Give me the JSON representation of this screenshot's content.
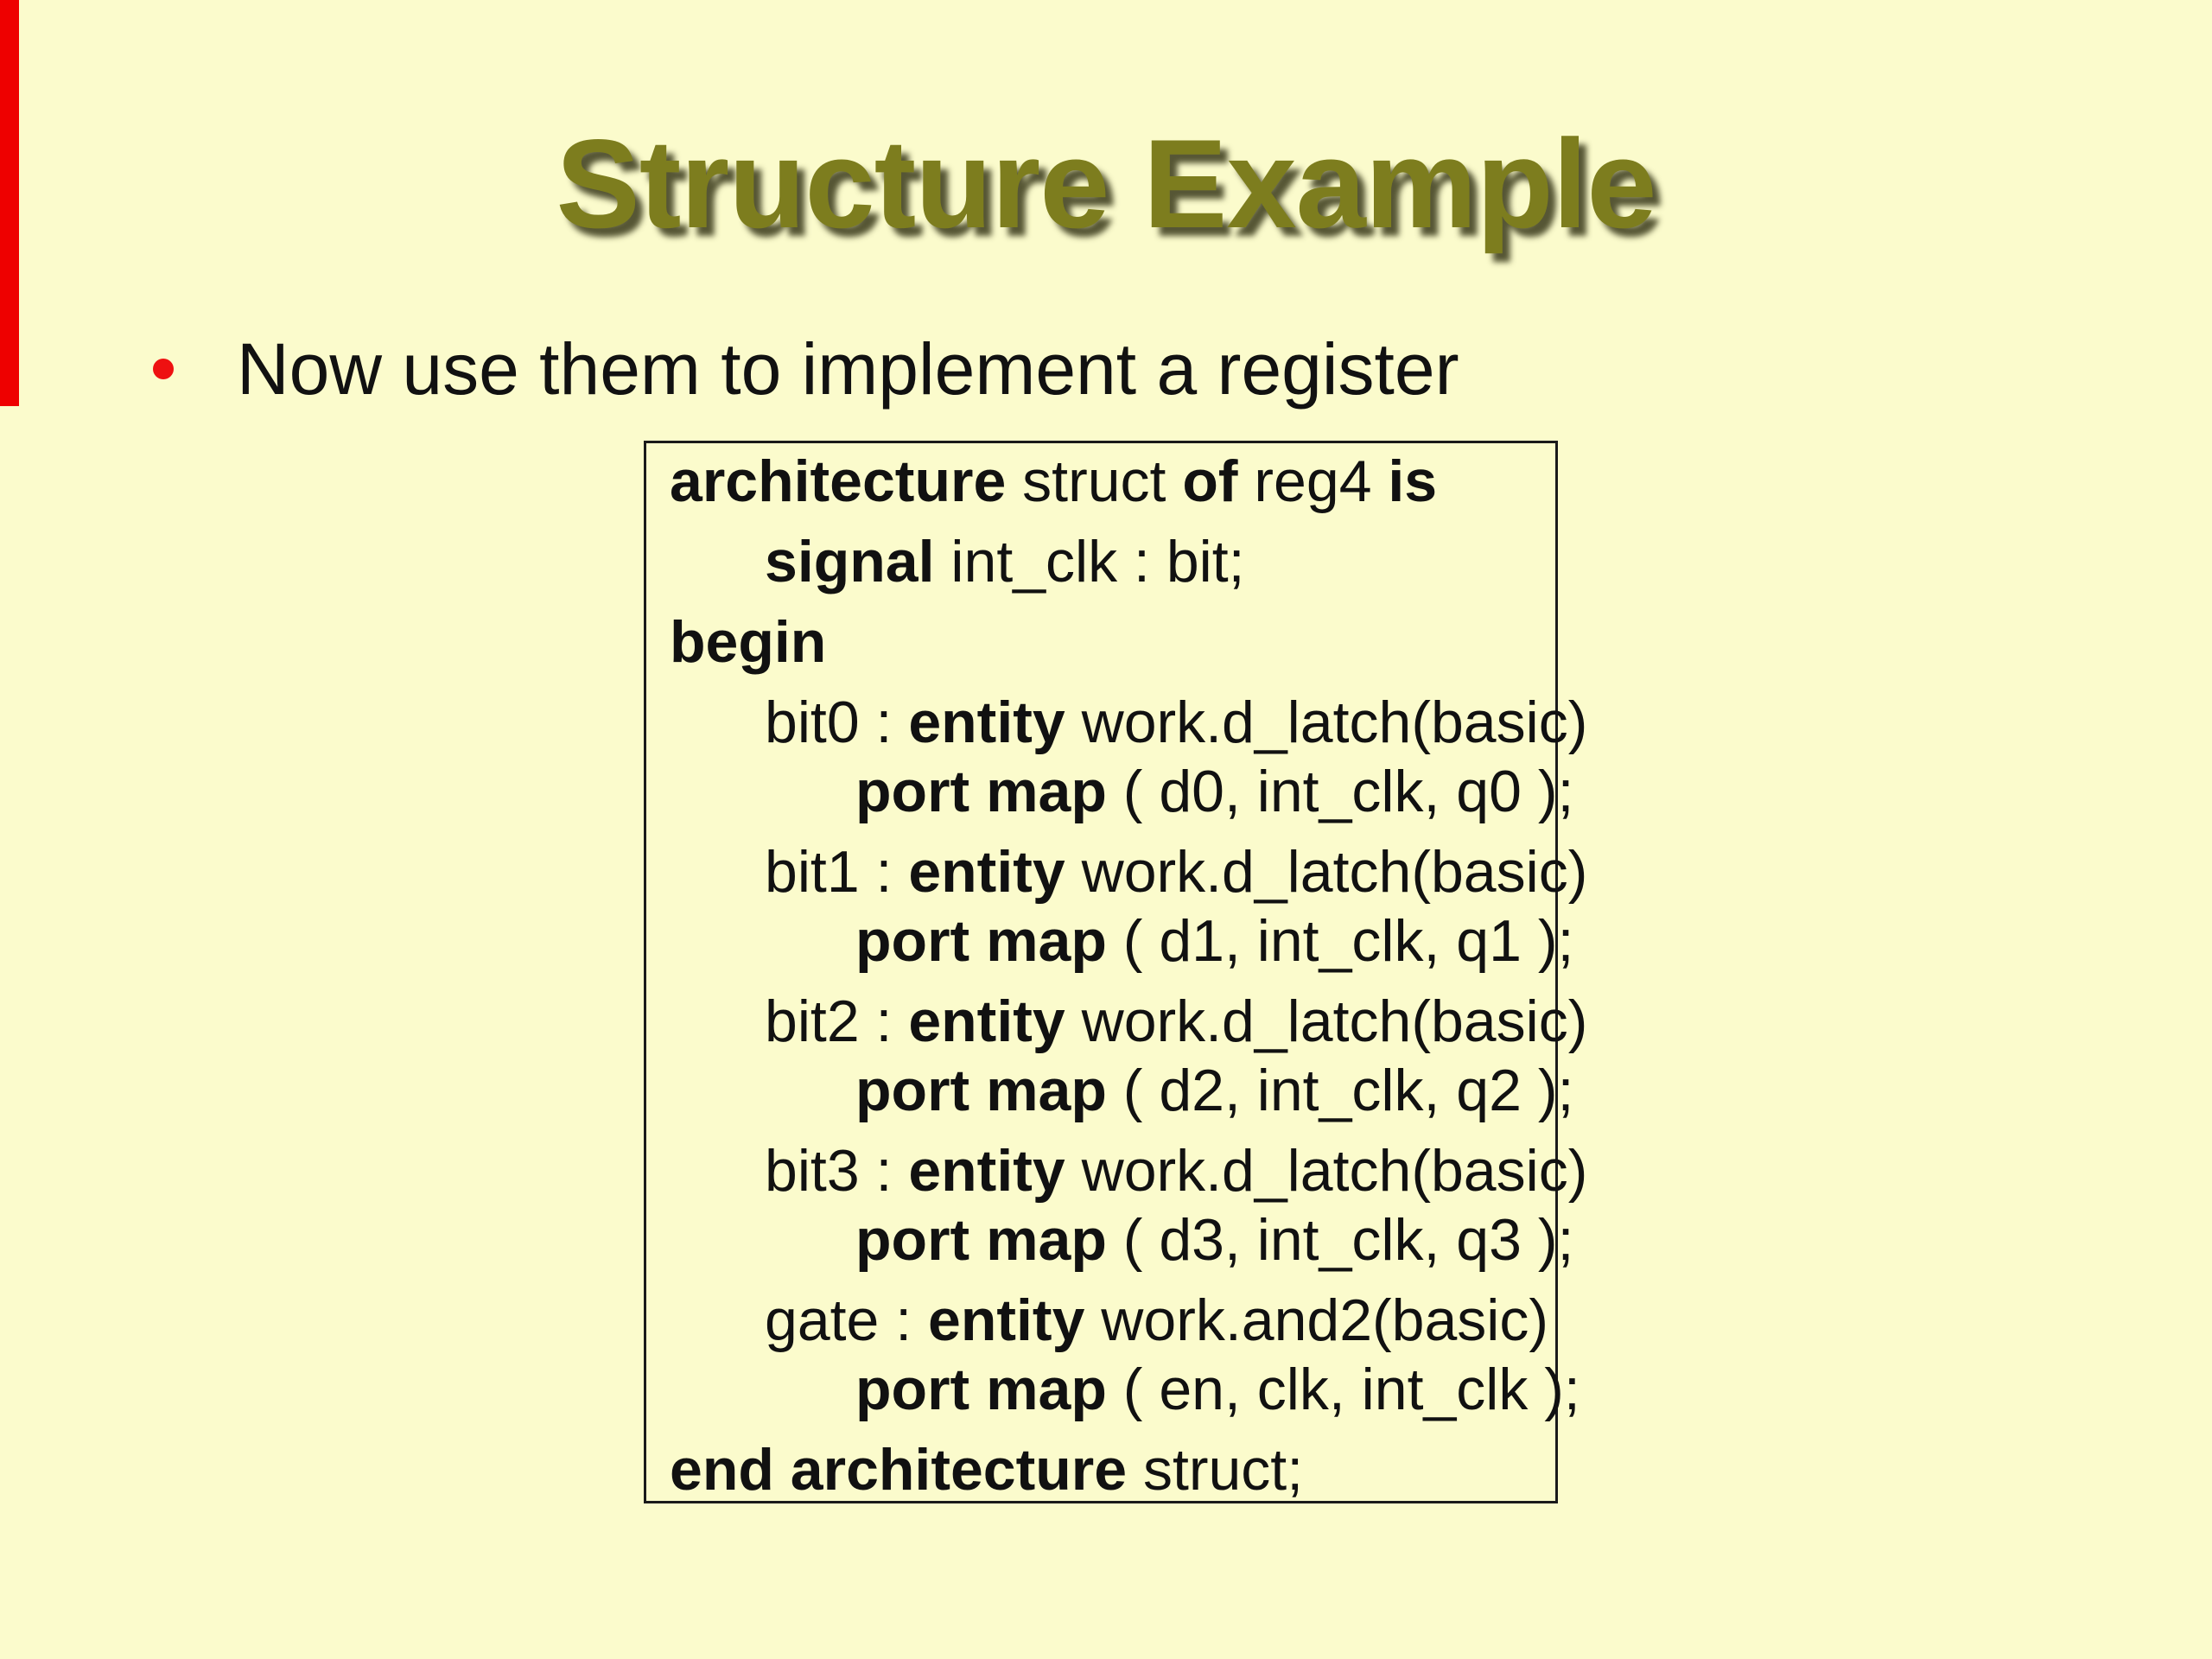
{
  "slide": {
    "title": "Structure Example",
    "bullet_glyph": "•",
    "bullet_text": "Now use them to implement a register",
    "colors": {
      "background": "#FBFBCC",
      "title": "#7D7D1E",
      "title_shadow": "rgba(45,45,15,0.8)",
      "bullet_marker": "#EE1111",
      "body_text": "#111111",
      "code_border": "#1A1A1A",
      "edge_artifact": "#EE0000"
    },
    "code": {
      "lines": [
        {
          "indent": 0,
          "para": true,
          "segments": [
            {
              "text": "architecture",
              "bold": true
            },
            {
              "text": " struct ",
              "bold": false
            },
            {
              "text": "of",
              "bold": true
            },
            {
              "text": " reg4 ",
              "bold": false
            },
            {
              "text": "is",
              "bold": true
            }
          ]
        },
        {
          "indent": 1,
          "para": true,
          "segments": [
            {
              "text": "signal",
              "bold": true
            },
            {
              "text": " int_clk : bit;",
              "bold": false
            }
          ]
        },
        {
          "indent": 0,
          "para": true,
          "segments": [
            {
              "text": "begin",
              "bold": true
            }
          ]
        },
        {
          "indent": 1,
          "para": true,
          "segments": [
            {
              "text": "bit0 : ",
              "bold": false
            },
            {
              "text": "entity",
              "bold": true
            },
            {
              "text": " work.d_latch(basic)",
              "bold": false
            }
          ]
        },
        {
          "indent": 2,
          "para": false,
          "segments": [
            {
              "text": "port map",
              "bold": true
            },
            {
              "text": " ( d0, int_clk, q0 );",
              "bold": false
            }
          ]
        },
        {
          "indent": 1,
          "para": true,
          "segments": [
            {
              "text": "bit1 : ",
              "bold": false
            },
            {
              "text": "entity",
              "bold": true
            },
            {
              "text": " work.d_latch(basic)",
              "bold": false
            }
          ]
        },
        {
          "indent": 2,
          "para": false,
          "segments": [
            {
              "text": "port map",
              "bold": true
            },
            {
              "text": " ( d1, int_clk, q1 );",
              "bold": false
            }
          ]
        },
        {
          "indent": 1,
          "para": true,
          "segments": [
            {
              "text": "bit2 : ",
              "bold": false
            },
            {
              "text": "entity",
              "bold": true
            },
            {
              "text": " work.d_latch(basic)",
              "bold": false
            }
          ]
        },
        {
          "indent": 2,
          "para": false,
          "segments": [
            {
              "text": "port map",
              "bold": true
            },
            {
              "text": " ( d2, int_clk, q2 );",
              "bold": false
            }
          ]
        },
        {
          "indent": 1,
          "para": true,
          "segments": [
            {
              "text": "bit3 : ",
              "bold": false
            },
            {
              "text": "entity",
              "bold": true
            },
            {
              "text": " work.d_latch(basic)",
              "bold": false
            }
          ]
        },
        {
          "indent": 2,
          "para": false,
          "segments": [
            {
              "text": "port map",
              "bold": true
            },
            {
              "text": " ( d3, int_clk, q3 );",
              "bold": false
            }
          ]
        },
        {
          "indent": 1,
          "para": true,
          "segments": [
            {
              "text": "gate : ",
              "bold": false
            },
            {
              "text": "entity",
              "bold": true
            },
            {
              "text": " work.and2(basic)",
              "bold": false
            }
          ]
        },
        {
          "indent": 2,
          "para": false,
          "segments": [
            {
              "text": "port map",
              "bold": true
            },
            {
              "text": " ( en, clk, int_clk );",
              "bold": false
            }
          ]
        },
        {
          "indent": 0,
          "para": true,
          "segments": [
            {
              "text": "end architecture",
              "bold": true
            },
            {
              "text": " struct;",
              "bold": false
            }
          ]
        }
      ]
    }
  }
}
